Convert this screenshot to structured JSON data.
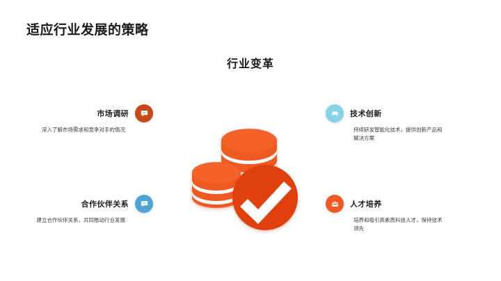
{
  "slide": {
    "page_title": "适应行业发展的策略",
    "section_title": "行业变革"
  },
  "colors": {
    "accent_orange": "#ef5a23",
    "deep_orange": "#e0400f",
    "dark_orange": "#c4491c",
    "blue": "#4da5d4",
    "light_blue": "#86d2e8",
    "title_text": "#1a1a1a",
    "body_text": "#3b3b3b",
    "background": "#ffffff"
  },
  "features": [
    {
      "id": "market-research",
      "title": "市场调研",
      "desc": "深入了解市场需求和竞争对手的情况",
      "icon": "chat-bubble-icon",
      "badge_color": "#c4491c",
      "side": "left"
    },
    {
      "id": "partnership",
      "title": "合作伙伴关系",
      "desc": "建立合作伙伴关系，共同推动行业发展",
      "icon": "chat-bubble-icon",
      "badge_color": "#4da5d4",
      "side": "left"
    },
    {
      "id": "tech-innovation",
      "title": "技术创新",
      "desc": "持续研发智能化技术，提供创新产品和解决方案",
      "icon": "sofa-icon",
      "badge_color": "#86d2e8",
      "side": "right"
    },
    {
      "id": "talent-development",
      "title": "人才培养",
      "desc": "培养和吸引高素质科技人才，保持技术领先",
      "icon": "briefcase-icon",
      "badge_color": "#ef5a23",
      "side": "right"
    }
  ],
  "central_graphic": {
    "name": "coin-stacks-with-checkmark",
    "elements": [
      "coin-stack-back",
      "coin-stack-front",
      "check-circle"
    ]
  }
}
